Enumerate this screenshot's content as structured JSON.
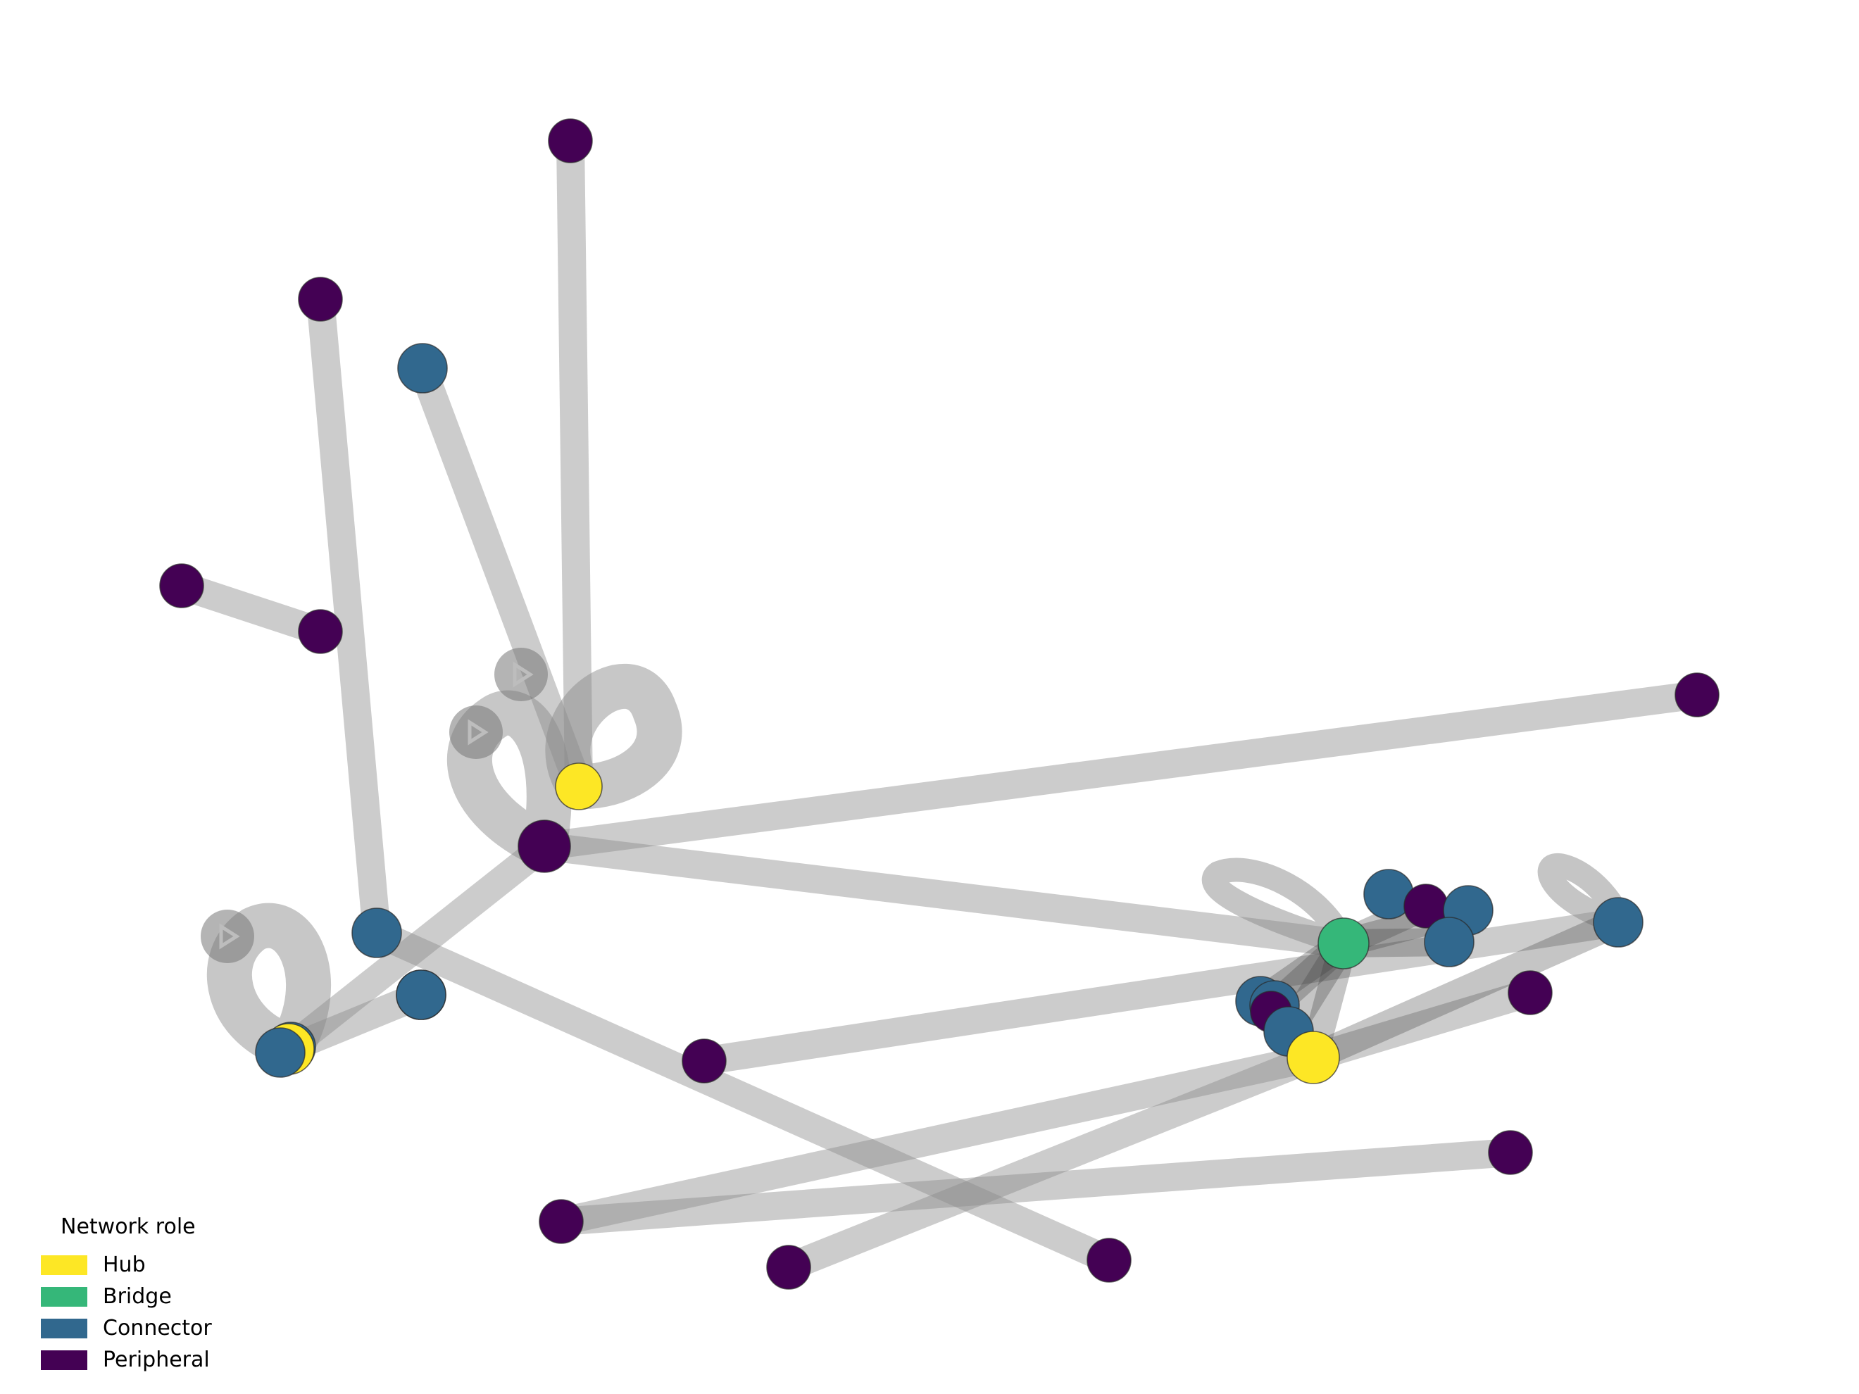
{
  "legend": {
    "title": "Network role",
    "items": [
      {
        "key": "hub",
        "label": "Hub",
        "color": "#fde725"
      },
      {
        "key": "bridge",
        "label": "Bridge",
        "color": "#35b779"
      },
      {
        "key": "connector",
        "label": "Connector",
        "color": "#31688e"
      },
      {
        "key": "peripheral",
        "label": "Peripheral",
        "color": "#440154"
      }
    ]
  },
  "diagram": {
    "type": "network-graph",
    "edge_color": "#8a8a8a",
    "nodes": [
      {
        "id": "n1",
        "role": "peripheral"
      },
      {
        "id": "n2",
        "role": "peripheral"
      },
      {
        "id": "n3",
        "role": "connector"
      },
      {
        "id": "n4",
        "role": "peripheral"
      },
      {
        "id": "n5",
        "role": "peripheral"
      },
      {
        "id": "n6",
        "role": "hub"
      },
      {
        "id": "n7",
        "role": "peripheral"
      },
      {
        "id": "n8",
        "role": "hub"
      },
      {
        "id": "n9",
        "role": "connector"
      },
      {
        "id": "n10",
        "role": "connector"
      },
      {
        "id": "n11",
        "role": "connector"
      },
      {
        "id": "n12",
        "role": "connector"
      },
      {
        "id": "n13",
        "role": "connector"
      },
      {
        "id": "n14",
        "role": "peripheral"
      },
      {
        "id": "n15",
        "role": "peripheral"
      },
      {
        "id": "n16",
        "role": "peripheral"
      },
      {
        "id": "n17",
        "role": "peripheral"
      },
      {
        "id": "n18",
        "role": "peripheral"
      },
      {
        "id": "n19",
        "role": "connector"
      },
      {
        "id": "n20",
        "role": "peripheral"
      },
      {
        "id": "n21",
        "role": "connector"
      },
      {
        "id": "n22",
        "role": "connector"
      },
      {
        "id": "n23",
        "role": "bridge"
      },
      {
        "id": "n24",
        "role": "connector"
      },
      {
        "id": "n25",
        "role": "peripheral"
      },
      {
        "id": "n26",
        "role": "peripheral"
      },
      {
        "id": "n27",
        "role": "connector"
      },
      {
        "id": "n28",
        "role": "connector"
      },
      {
        "id": "n29",
        "role": "connector"
      },
      {
        "id": "n30",
        "role": "peripheral"
      },
      {
        "id": "n31",
        "role": "hub"
      }
    ],
    "edges": [
      [
        "n1",
        "n6"
      ],
      [
        "n2",
        "n9"
      ],
      [
        "n3",
        "n6"
      ],
      [
        "n4",
        "n5"
      ],
      [
        "n8",
        "n12"
      ],
      [
        "n8",
        "n13"
      ],
      [
        "n8",
        "n11"
      ],
      [
        "n7",
        "n12"
      ],
      [
        "n7",
        "n15"
      ],
      [
        "n7",
        "n23"
      ],
      [
        "n9",
        "n17"
      ],
      [
        "n14",
        "n27"
      ],
      [
        "n16",
        "n31"
      ],
      [
        "n16",
        "n20"
      ],
      [
        "n18",
        "n31"
      ],
      [
        "n31",
        "n25"
      ],
      [
        "n23",
        "n21"
      ],
      [
        "n23",
        "n22"
      ],
      [
        "n23",
        "n24"
      ],
      [
        "n23",
        "n31"
      ],
      [
        "n23",
        "n28"
      ],
      [
        "n23",
        "n29"
      ],
      [
        "n23",
        "n30"
      ],
      [
        "n21",
        "n26"
      ],
      [
        "n21",
        "n22"
      ],
      [
        "n22",
        "n24"
      ],
      [
        "n28",
        "n29"
      ],
      [
        "n31",
        "n27"
      ]
    ],
    "self_loops": [
      "n6",
      "n7",
      "n12",
      "n27",
      "n23"
    ]
  }
}
